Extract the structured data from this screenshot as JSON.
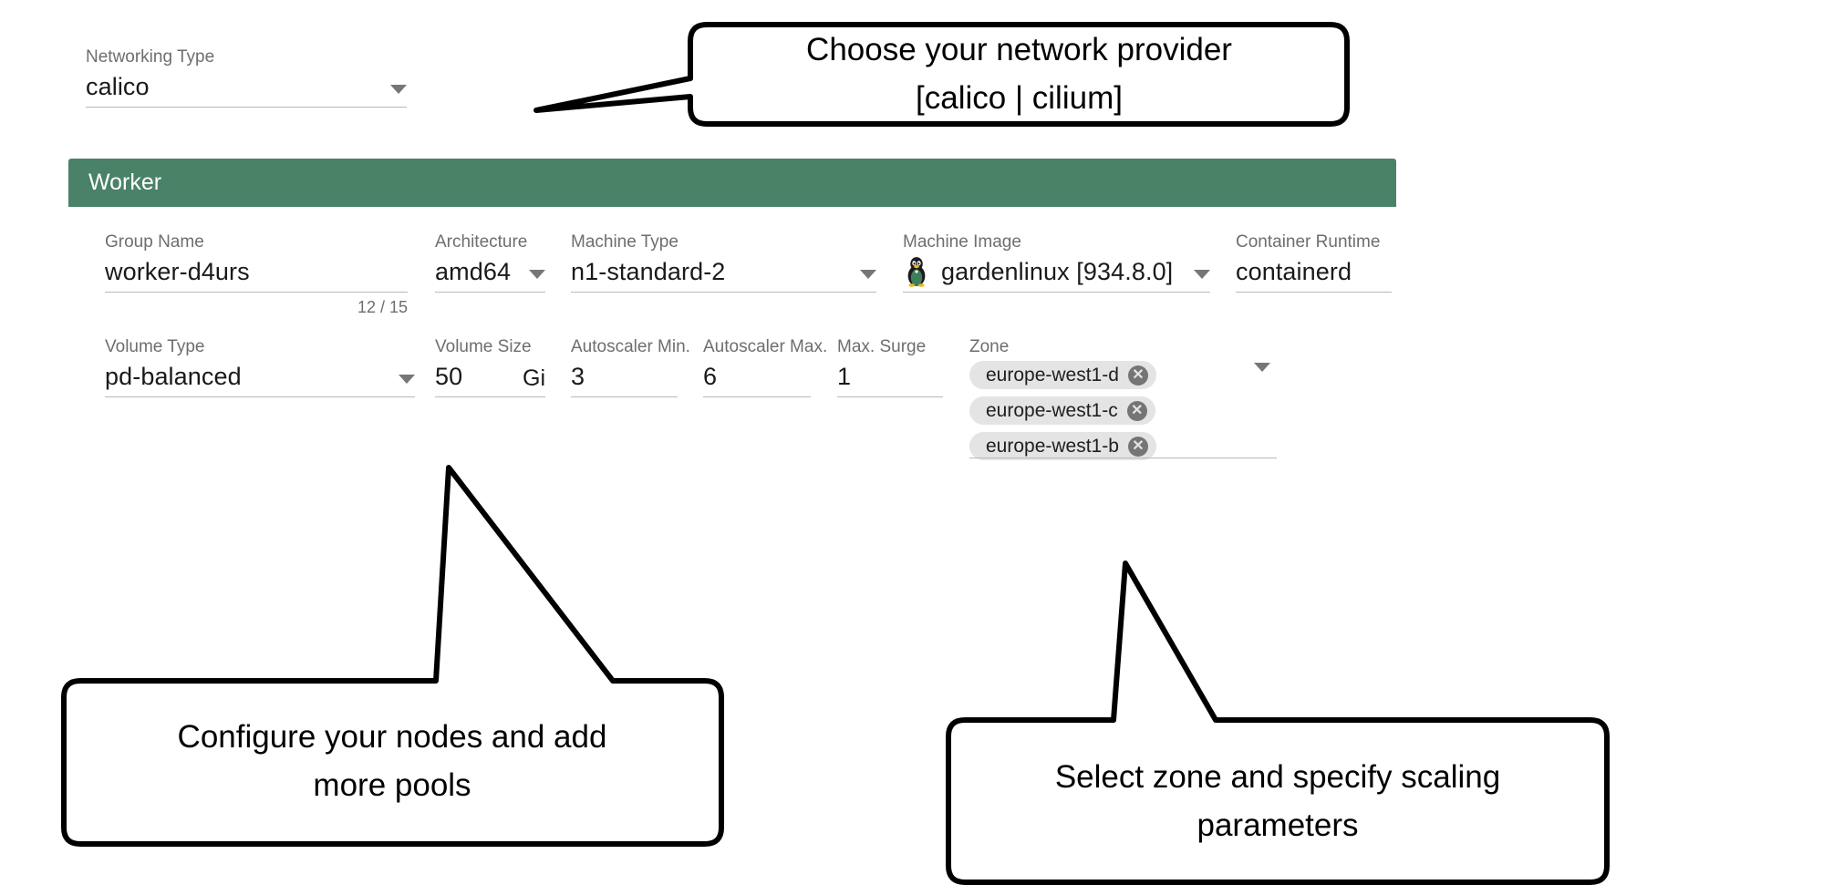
{
  "networking": {
    "label": "Networking Type",
    "value": "calico",
    "caret_icon": "chevron-down-icon"
  },
  "worker": {
    "title": "Worker",
    "header_color": "#4a8268",
    "fields_row1": [
      {
        "label": "Group Name",
        "value": "worker-d4urs",
        "counter": "12 / 15",
        "type": "text"
      },
      {
        "label": "Architecture",
        "value": "amd64",
        "type": "select"
      },
      {
        "label": "Machine Type",
        "value": "n1-standard-2",
        "type": "select"
      },
      {
        "label": "Machine Image",
        "value": "gardenlinux [934.8.0]",
        "type": "select",
        "icon": "tux-penguin-icon"
      },
      {
        "label": "Container Runtime",
        "value": "containerd",
        "type": "text"
      }
    ],
    "fields_row2": [
      {
        "label": "Volume Type",
        "value": "pd-balanced",
        "type": "select"
      },
      {
        "label": "Volume Size",
        "value": "50",
        "suffix": "Gi",
        "type": "text"
      },
      {
        "label": "Autoscaler Min.",
        "value": "3",
        "type": "text"
      },
      {
        "label": "Autoscaler Max.",
        "value": "6",
        "type": "text"
      },
      {
        "label": "Max. Surge",
        "value": "1",
        "type": "text"
      }
    ],
    "zone": {
      "label": "Zone",
      "chips": [
        "europe-west1-d",
        "europe-west1-c",
        "europe-west1-b"
      ],
      "remove_icon": "close-circle-icon",
      "caret_icon": "chevron-down-icon"
    }
  },
  "callouts": {
    "network": {
      "line1": "Choose your network provider",
      "line2": "[calico | cilium]"
    },
    "nodes": {
      "line1": "Configure your nodes and add",
      "line2": "more pools"
    },
    "zone": {
      "line1": "Select zone and specify scaling",
      "line2": "parameters"
    }
  }
}
